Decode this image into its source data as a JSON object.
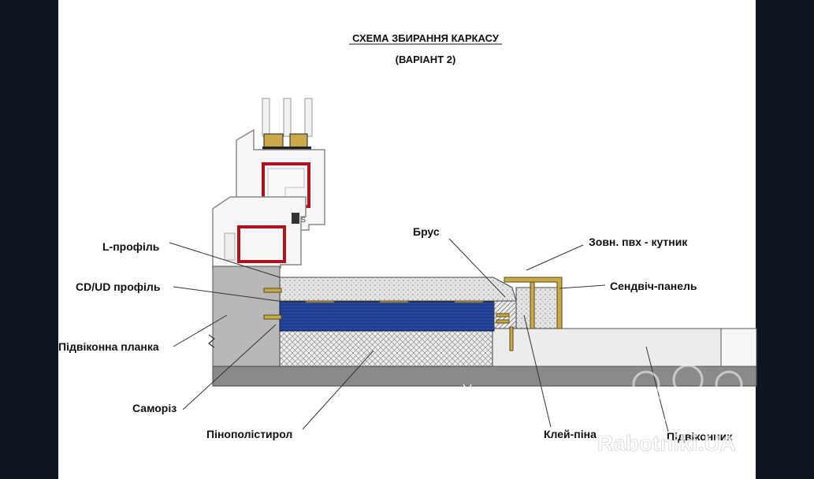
{
  "title": "СХЕМА ЗБИРАННЯ КАРКАСУ",
  "subtitle": "(ВАРІАНТ 2)",
  "labels": {
    "l_profile": "L-профіль",
    "cd_ud_profile": "CD/UD профіль",
    "sill_strip": "Підвіконна планка",
    "screw": "Саморіз",
    "polystyrene": "Пінополістирол",
    "beam": "Брус",
    "pvc_corner": "Зовн. пвх - кутник",
    "sandwich_panel": "Сендвіч-панель",
    "glue_foam": "Клей-піна",
    "windowsill": "Підвіконник"
  },
  "watermark": "Rabotniki.UA",
  "colors": {
    "insulation_blue": "#1d3d8f",
    "concrete_gray": "#b8b8b8",
    "slab_gray": "#8a8a8a",
    "gold": "#c9a94a",
    "window_red": "#b0121b"
  }
}
